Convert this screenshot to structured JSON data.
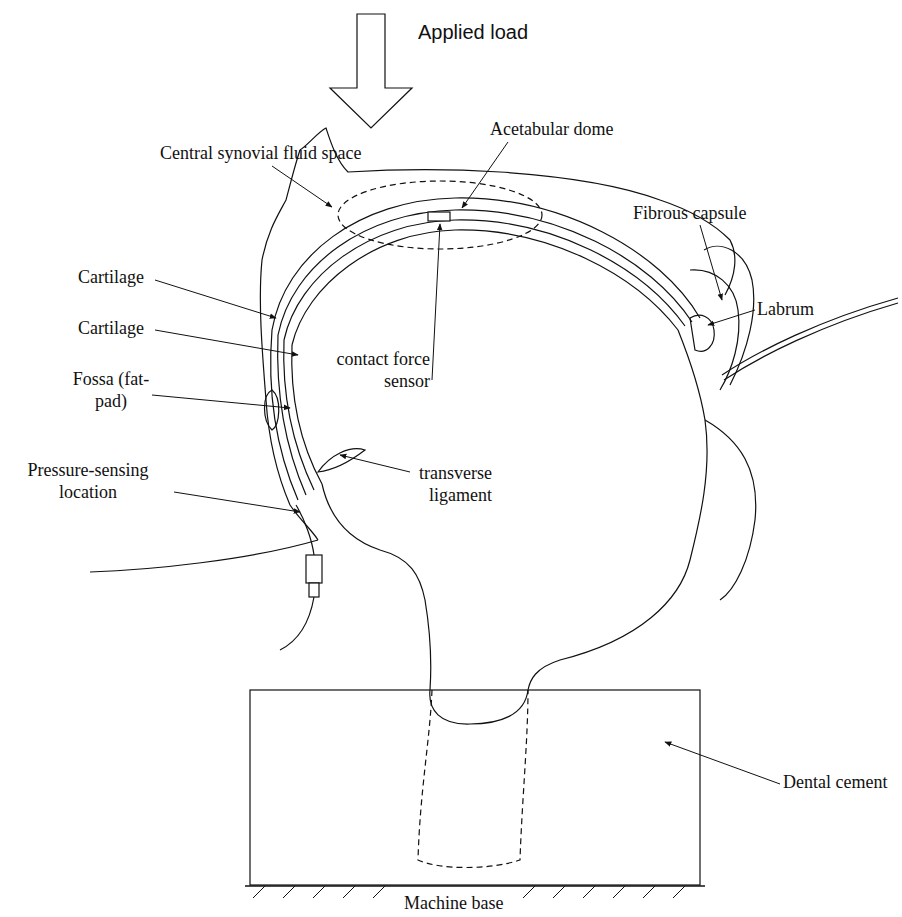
{
  "diagram": {
    "labels": [
      "Applied load",
      "Central synovial fluid space",
      "Acetabular dome",
      "Fibrous capsule",
      "Cartilage",
      "Labrum",
      "Cartilage",
      "contact force sensor",
      "Fossa (fat-pad)",
      "Pressure-sensing location",
      "transverse ligament",
      "Dental cement",
      "Machine base"
    ]
  }
}
